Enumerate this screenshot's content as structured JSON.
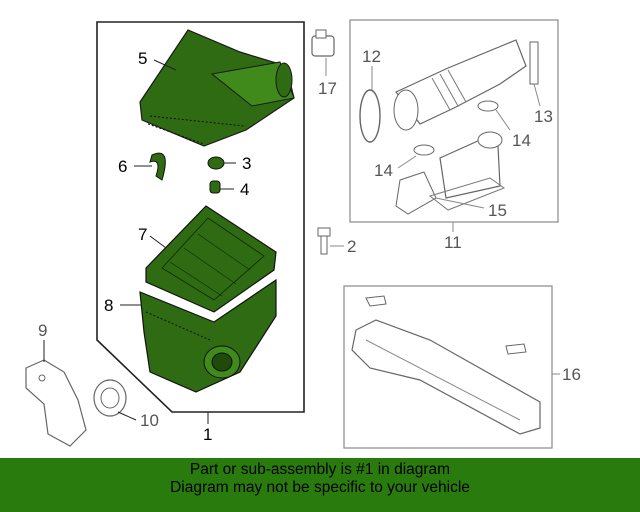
{
  "colors": {
    "part_fill": "#2f6b12",
    "part_fill_light": "#3f8a1a",
    "banner_bg": "#2a7b0e",
    "line": "#222222",
    "gray_line": "#888888",
    "label_dark": "#000000",
    "label_gray": "#555555"
  },
  "callouts": {
    "c1": "1",
    "c2": "2",
    "c3": "3",
    "c4": "4",
    "c5": "5",
    "c6": "6",
    "c7": "7",
    "c8": "8",
    "c9": "9",
    "c10": "10",
    "c11": "11",
    "c12": "12",
    "c13": "13",
    "c14a": "14",
    "c14b": "14",
    "c15": "15",
    "c16": "16",
    "c17": "17"
  },
  "banner": {
    "line1": "Part or sub-assembly is #1 in diagram",
    "line2": "Diagram may not be specific to your vehicle"
  }
}
